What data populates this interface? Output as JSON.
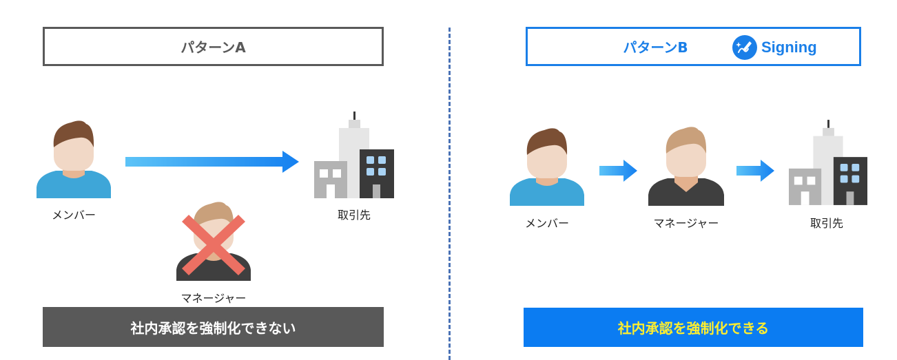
{
  "pattern_a": {
    "title": "パターンA",
    "member_label": "メンバー",
    "manager_label": "マネージャー",
    "partner_label": "取引先",
    "banner": "社内承認を強制化できない"
  },
  "pattern_b": {
    "title": "パターンB",
    "logo_text": "Signing",
    "member_label": "メンバー",
    "manager_label": "マネージャー",
    "partner_label": "取引先",
    "banner": "社内承認を強制化できる"
  },
  "colors": {
    "gray": "#595959",
    "blue": "#1a7fe8",
    "banner_blue": "#0b7cf2",
    "banner_text_yellow": "#ffee2e",
    "cross_red": "#ec7063",
    "arrow_blue": "#1690f2"
  },
  "icons": [
    "person-member-icon",
    "person-manager-icon",
    "building-icon",
    "arrow-right-icon",
    "cross-mark-icon",
    "signing-logo-icon"
  ]
}
